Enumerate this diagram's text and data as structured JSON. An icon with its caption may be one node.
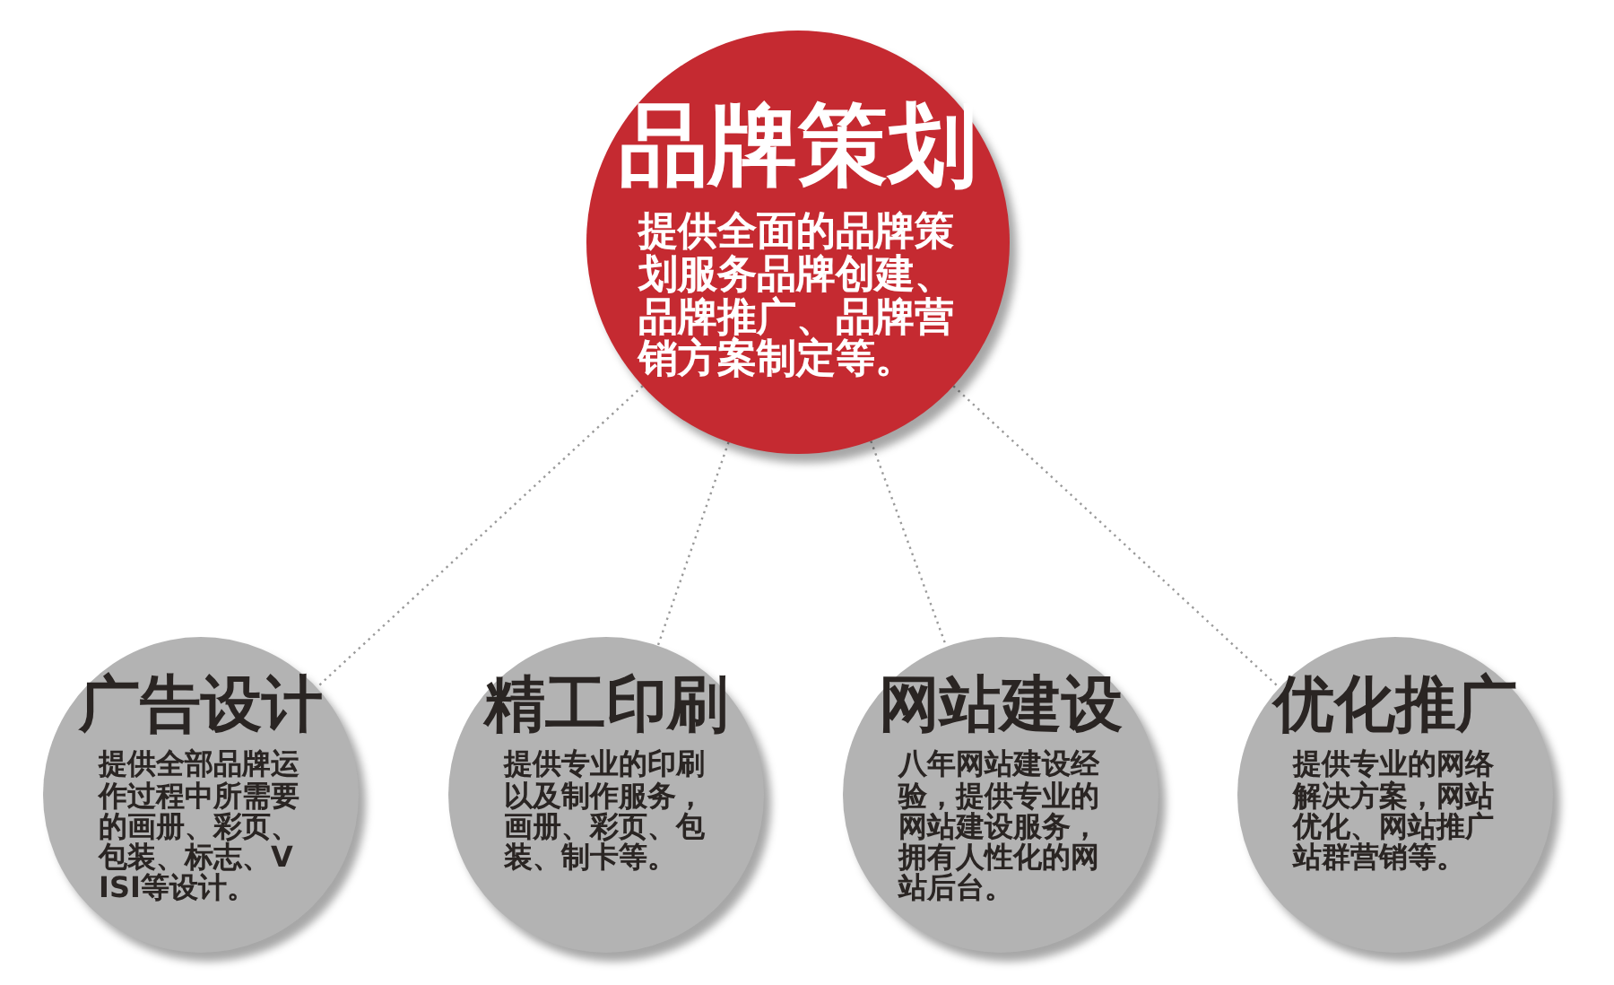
{
  "diagram": {
    "nodes": [
      {
        "text": [
          "品牌策划",
          "提供全面的品牌策划服务品牌创建、品牌推广、品牌营销方案制定等。"
        ]
      },
      {
        "text": [
          "广告设计",
          "提供全部品牌运作过程中所需要的画册、彩页、包装、标志、VISI等设计。"
        ]
      },
      {
        "text": [
          "精工印刷",
          "提供专业的印刷以及制作服务，画册、彩页、包装、制卡等。"
        ]
      },
      {
        "text": [
          "网站建设",
          "八年网站建设经验，提供专业的网站建设服务，拥有人性化的网站后台。"
        ]
      },
      {
        "text": [
          "优化推广",
          "提供专业的网络解决方案，网站优化、网站推广站群营销等。"
        ]
      }
    ],
    "edges": [
      {
        "from": 0,
        "to": 1,
        "arrow": "none"
      },
      {
        "from": 0,
        "to": 2,
        "arrow": "none"
      },
      {
        "from": 0,
        "to": 3,
        "arrow": "none"
      },
      {
        "from": 0,
        "to": 4,
        "arrow": "none"
      }
    ]
  }
}
